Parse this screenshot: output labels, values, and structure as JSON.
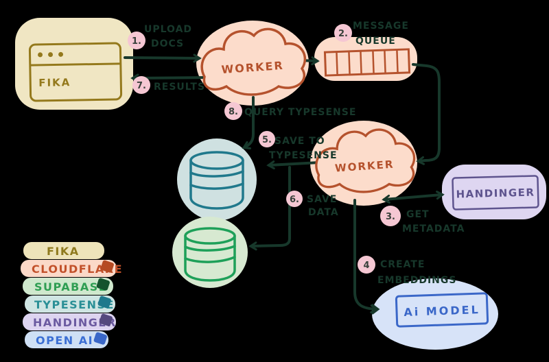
{
  "nodes": {
    "fika": {
      "label": "FIKA"
    },
    "worker_top": {
      "label": "WORKER"
    },
    "worker_bottom": {
      "label": "WORKER"
    },
    "handinger": {
      "label": "HANDINGER"
    },
    "ai_model": {
      "label": "Ai MODEL"
    }
  },
  "steps": [
    {
      "num": "1.",
      "line1": "UPLOAD",
      "line2": "DOCS"
    },
    {
      "num": "2.",
      "line1": "MESSAGE",
      "line2": "QUEUE"
    },
    {
      "num": "3.",
      "line1": "GET",
      "line2": "METADATA"
    },
    {
      "num": "4",
      "line1": "CREATE",
      "line2": "EMBEDDINGS"
    },
    {
      "num": "5.",
      "line1": "SAVE TO",
      "line2": "TYPESENSE"
    },
    {
      "num": "6.",
      "line1": "SAVE",
      "line2": "DATA"
    },
    {
      "num": "7.",
      "line1": "RESULTS"
    },
    {
      "num": "8.",
      "line1": "QUERY TYPESENSE"
    }
  ],
  "legend": [
    {
      "label": "FIKA",
      "pill": "#eee4ba",
      "text_color": "#8f7a1e"
    },
    {
      "label": "CLOUDFLARE",
      "pill": "#fbd9c8",
      "text_color": "#c2512a",
      "swatch": "#b54a22"
    },
    {
      "label": "SUPABASE",
      "pill": "#cfe8cd",
      "text_color": "#2f9e53",
      "swatch": "#14532d"
    },
    {
      "label": "TYPESENSE",
      "pill": "#cfe5e3",
      "text_color": "#2a8f96",
      "swatch": "#20798c"
    },
    {
      "label": "HANDINGER",
      "pill": "#ddd4f0",
      "text_color": "#6b5aa0",
      "swatch": "#55497e"
    },
    {
      "label": "OPEN AI",
      "pill": "#cfe0f5",
      "text_color": "#3b6fd4",
      "swatch": "#3a67c8"
    }
  ],
  "colors": {
    "background": "#000000",
    "ink": "#17382b",
    "badge_fill": "#f5c7d3",
    "worker_ink": "#b5522d",
    "worker_fill": "#fcdccb",
    "fika_ink": "#94791c",
    "fika_fill": "#f0e6c3",
    "typesense_ink": "#20798c",
    "typesense_fill": "#cfe1e1",
    "supabase_ink": "#1ea059",
    "supabase_fill": "#d7e9d1",
    "handinger_ink": "#5e548e",
    "handinger_fill": "#ded6f1",
    "ai_ink": "#3a67c8",
    "ai_fill": "#d7e3f8"
  }
}
